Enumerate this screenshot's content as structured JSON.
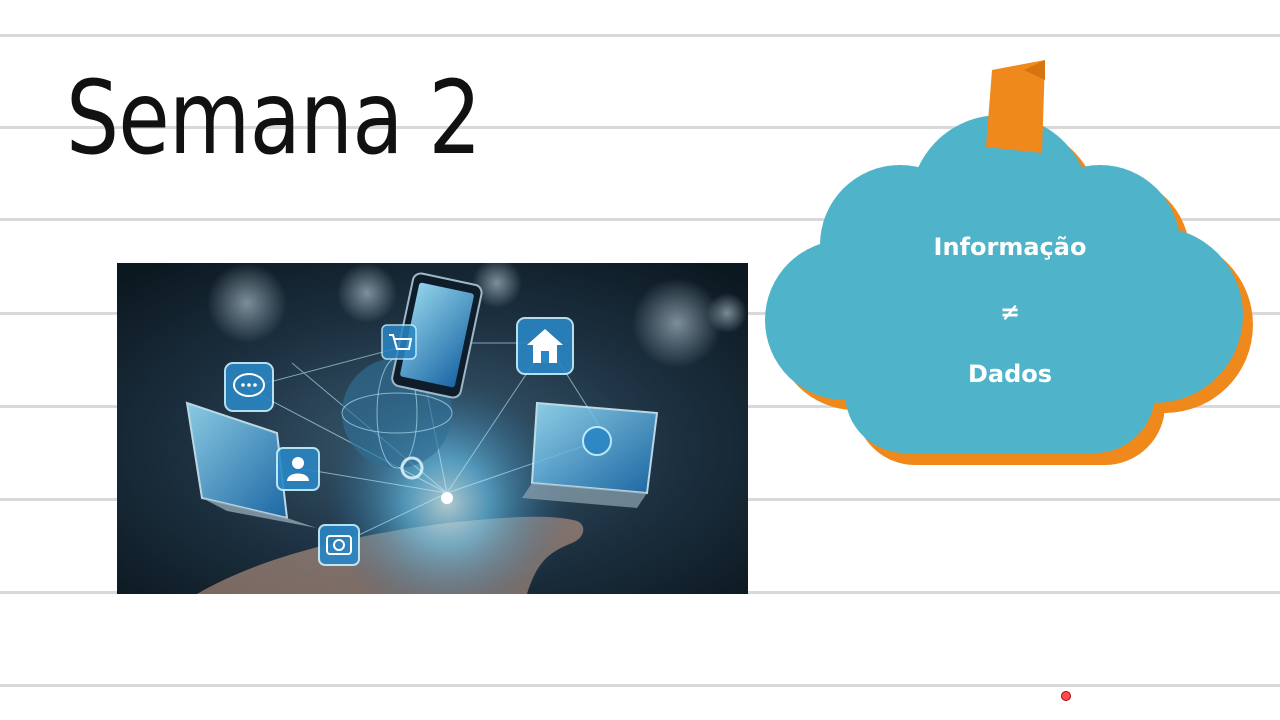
{
  "title": "Semana 2",
  "cloud": {
    "line1": "Informação",
    "line2": "≠",
    "line3": "Dados"
  },
  "colors": {
    "cloud_fill": "#4fb3c9",
    "cloud_shadow": "#f0891b",
    "ruled_line": "#d9d9d9",
    "title_text": "#111111"
  },
  "icons": [
    "chat-icon",
    "home-icon",
    "user-icon",
    "camera-icon",
    "cart-icon",
    "globe-icon",
    "smartphone-icon",
    "laptop-icon",
    "monitor-icon"
  ]
}
